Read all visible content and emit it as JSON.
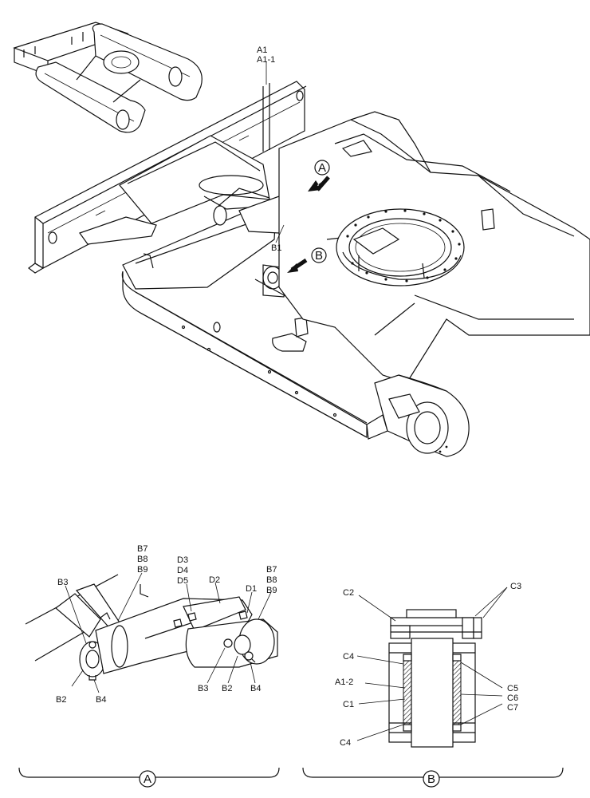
{
  "main_view": {
    "labels": {
      "a1": "A1",
      "a1_1": "A1-1",
      "b1": "B1"
    },
    "callouts": {
      "a": "A",
      "b": "B"
    }
  },
  "detail_a": {
    "caption": "A",
    "labels": {
      "b7_b8_b9_left": [
        "B7",
        "B8",
        "B9"
      ],
      "d3_d4_d5": [
        "D3",
        "D4",
        "D5"
      ],
      "d2": "D2",
      "d1": "D1",
      "b7_b8_b9_right": [
        "B7",
        "B8",
        "B9"
      ],
      "b3_left": "B3",
      "b2_left": "B2",
      "b4_left": "B4",
      "b3_right": "B3",
      "b2_right": "B2",
      "b4_right": "B4"
    }
  },
  "detail_b": {
    "caption": "B",
    "labels": {
      "c2": "C2",
      "c3": "C3",
      "c4_top": "C4",
      "a1_2": "A1-2",
      "c1": "C1",
      "c4_bottom": "C4",
      "c5": "C5",
      "c6": "C6",
      "c7": "C7"
    }
  }
}
